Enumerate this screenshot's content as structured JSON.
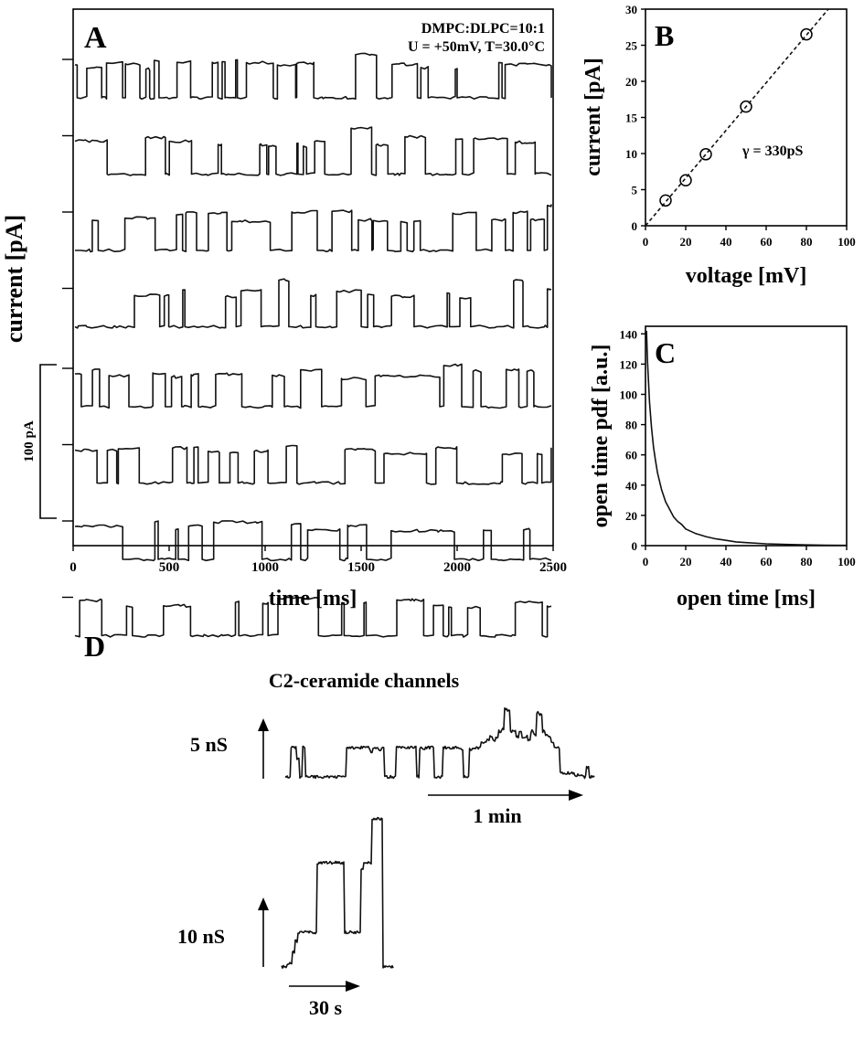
{
  "chart_data": [
    {
      "panel": "A",
      "type": "line",
      "annotation_lines": [
        "DMPC:DLPC=10:1",
        "U = +50mV, T=30.0°C"
      ],
      "xlabel": "time [ms]",
      "ylabel": "current [pA]",
      "xlim": [
        0,
        2500
      ],
      "xticks": [
        "0",
        "500",
        "1000",
        "1500",
        "2000",
        "2500"
      ],
      "scale_bar_label": "100 pA",
      "trace_count": 8,
      "open_level_pA": 16.5
    },
    {
      "panel": "B",
      "type": "scatter",
      "xlabel": "voltage [mV]",
      "ylabel": "current [pA]",
      "xlim": [
        0,
        100
      ],
      "ylim": [
        0,
        30
      ],
      "xticks": [
        "0",
        "20",
        "40",
        "60",
        "80",
        "100"
      ],
      "yticks": [
        "0",
        "5",
        "10",
        "15",
        "20",
        "25",
        "30"
      ],
      "points": [
        {
          "x": 10,
          "y": 3.5
        },
        {
          "x": 20,
          "y": 6.3
        },
        {
          "x": 30,
          "y": 9.9
        },
        {
          "x": 50,
          "y": 16.5
        },
        {
          "x": 80,
          "y": 26.5
        }
      ],
      "fit_line": {
        "slope_pA_per_mV": 0.33,
        "intercept": 0
      },
      "annotation": "γ = 330pS"
    },
    {
      "panel": "C",
      "type": "line",
      "xlabel": "open time [ms]",
      "ylabel": "open time pdf [a.u.]",
      "xlim": [
        0,
        100
      ],
      "ylim": [
        0,
        145
      ],
      "xticks": [
        "0",
        "20",
        "40",
        "60",
        "80",
        "100"
      ],
      "yticks": [
        "0",
        "20",
        "40",
        "60",
        "80",
        "100",
        "120",
        "140"
      ],
      "x": [
        0.5,
        1,
        2,
        3,
        4,
        5,
        6,
        8,
        10,
        12,
        14,
        16,
        18,
        20,
        25,
        30,
        35,
        40,
        45,
        50,
        60,
        70,
        80,
        90,
        100
      ],
      "y": [
        142,
        122,
        95,
        78,
        65,
        56,
        48,
        37,
        29,
        24,
        19,
        16,
        14,
        11,
        8,
        6,
        4.5,
        3.5,
        2.5,
        2,
        1.2,
        0.8,
        0.5,
        0.3,
        0.2
      ]
    },
    {
      "panel": "D",
      "type": "line",
      "title": "C2-ceramide channels",
      "traces": [
        {
          "scale_label": "5 nS",
          "time_bar_label": "1 min"
        },
        {
          "scale_label": "10 nS",
          "time_bar_label": "30 s"
        }
      ]
    }
  ],
  "panel_labels": {
    "a": "A",
    "b": "B",
    "c": "C",
    "d": "D"
  }
}
